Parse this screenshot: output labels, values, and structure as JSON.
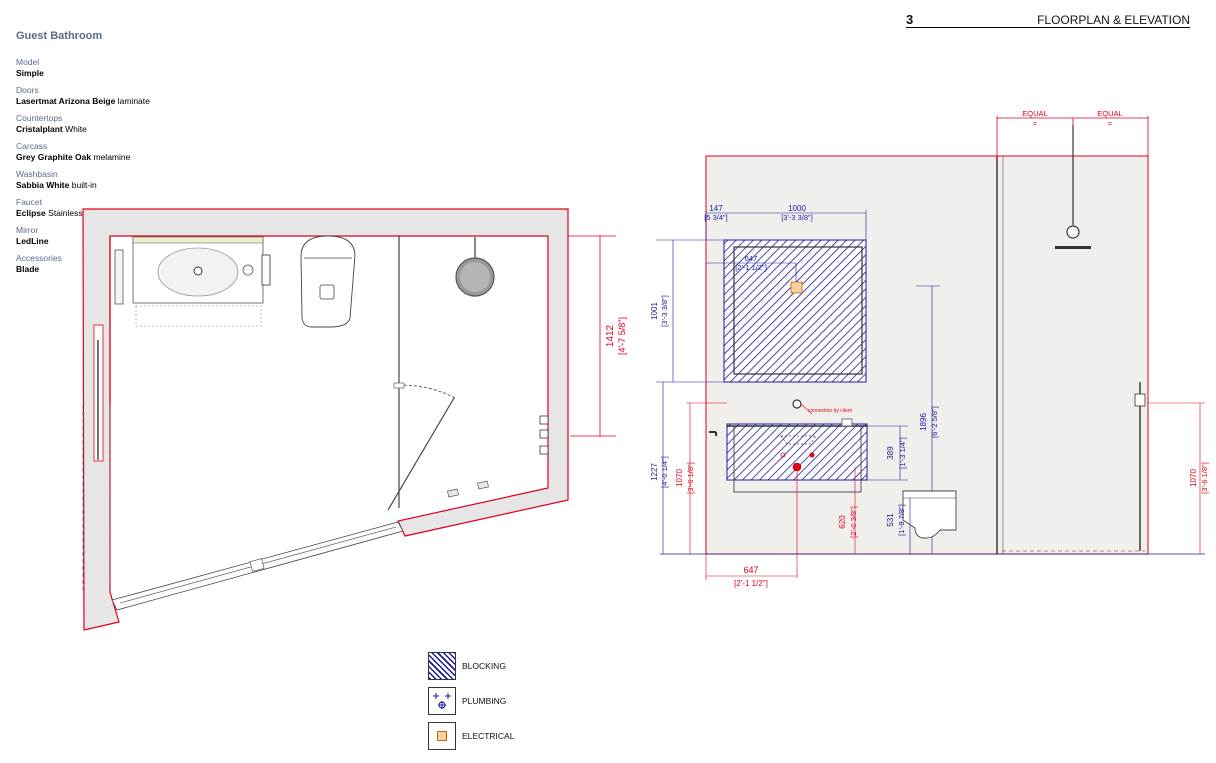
{
  "header": {
    "page_number": "3",
    "title": "FLOORPLAN & ELEVATION"
  },
  "spec": {
    "title": "Guest  Bathroom",
    "rows": [
      {
        "label": "Model",
        "value_bold": "Simple",
        "value_plain": ""
      },
      {
        "label": "Doors",
        "value_bold": "Lasertmat  Arizona  Beige",
        "value_plain": "laminate"
      },
      {
        "label": "Countertops",
        "value_bold": "Cristalplant",
        "value_plain": "White"
      },
      {
        "label": "Carcass",
        "value_bold": "Grey  Graphite  Oak",
        "value_plain": "melamine"
      },
      {
        "label": "Washbasin",
        "value_bold": "Sabbia  White",
        "value_plain": "built-in"
      },
      {
        "label": "Faucet",
        "value_bold": "Eclipse",
        "value_plain": "Stainless Steel"
      },
      {
        "label": "Mirror",
        "value_bold": "LedLine",
        "value_plain": ""
      },
      {
        "label": "Accessories",
        "value_bold": "Blade",
        "value_plain": ""
      }
    ]
  },
  "floorplan": {
    "dim_height": "1412",
    "dim_height_imperial": "[4'-7 5/8\"]"
  },
  "elevation": {
    "equal_left": "EQUAL",
    "equal_right": "EQUAL",
    "equal_mark": "=",
    "mirror_offset": "147",
    "mirror_offset_imperial": "[5 3/4\"]",
    "mirror_width": "1000",
    "mirror_width_imperial": "[3'-3 3/8\"]",
    "electrical_offset": "647",
    "electrical_offset_imperial": "[2'-1 1/2\"]",
    "mirror_height": "1001",
    "mirror_height_imperial": "[3'-3 3/8\"]",
    "mirror_bottom": "1227",
    "mirror_bottom_imperial": "[4'-0 1/4\"]",
    "vanity_top": "1070",
    "vanity_top_imperial": "[3'-6 1/8\"]",
    "drain_height": "620",
    "drain_height_imperial": "[2'-0 3/8\"]",
    "vanity_depth": "389",
    "vanity_depth_imperial": "[1'-3 1/4\"]",
    "wc_frame": "1896",
    "wc_frame_imperial": "[6'-2 5/8\"]",
    "wc_height": "531",
    "wc_height_imperial": "[1'-8 7/8\"]",
    "shower_height": "1070",
    "shower_height_imperial": "[3'-6 1/8\"]",
    "bottom_dim": "647",
    "bottom_dim_imperial": "[2'-1 1/2\"]",
    "note": "connection by client"
  },
  "legend": [
    {
      "icon": "blocking-hatch-icon",
      "label": "BLOCKING"
    },
    {
      "icon": "plumbing-icon",
      "label": "PLUMBING"
    },
    {
      "icon": "electrical-icon",
      "label": "ELECTRICAL"
    }
  ],
  "colors": {
    "wall_outline": "#e0001b",
    "blocking": "#1a1aa0",
    "dimension_blue": "#1a1aa0",
    "dimension_red": "#e0001b",
    "wall_fill": "#e6e6e6",
    "elevation_wall": "#f1efec"
  }
}
